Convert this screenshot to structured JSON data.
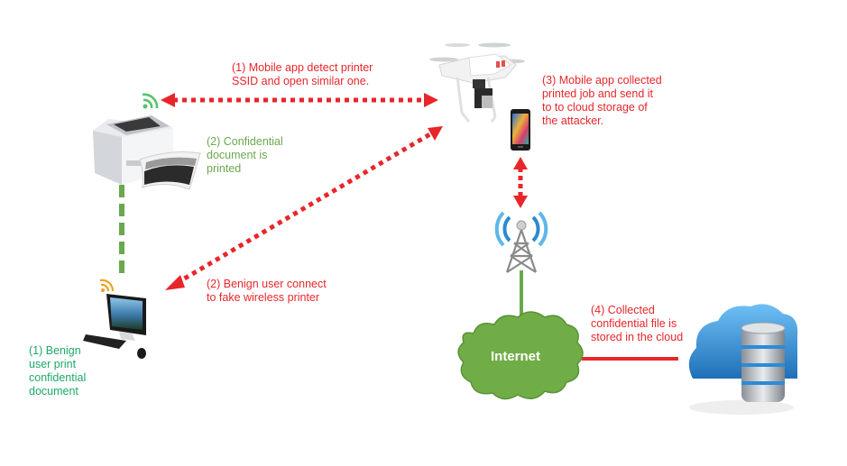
{
  "title": "Drone-based fake wireless printer attack scenario",
  "colors": {
    "attack_red": "#e8262a",
    "link_green": "#6aa84f",
    "label_green": "#1ea868",
    "cloud_blue": "#2d8bd6",
    "wifi_green": "#57c26a",
    "wifi_orange": "#f0a020"
  },
  "nodes": {
    "printer": {
      "name": "Wireless printer",
      "icon": "printer-icon"
    },
    "computer": {
      "name": "Benign user computer",
      "icon": "desktop-computer-icon"
    },
    "drone": {
      "name": "Attacker drone",
      "icon": "drone-icon"
    },
    "phone": {
      "name": "Mobile phone",
      "icon": "smartphone-icon"
    },
    "tower": {
      "name": "Cell tower",
      "icon": "cell-tower-icon"
    },
    "internet": {
      "name": "Internet",
      "label": "Internet",
      "icon": "cloud-icon"
    },
    "cloud_storage": {
      "name": "Cloud storage",
      "icon": "cloud-database-icon"
    }
  },
  "annotations": {
    "step1_detect": "(1) Mobile app detect printer\nSSID and open similar one.",
    "step2_printed": "(2) Confidential\ndocument is\nprinted",
    "step3_collected": "(3) Mobile app collected\nprinted job and send it\nto to cloud storage of\nthe attacker.",
    "step1_user": "(1) Benign\nuser print\nconfidential\ndocument",
    "step2_connect": "(2) Benign user connect\nto fake wireless printer",
    "step4_stored": "(4) Collected\nconfidential file is\nstored in the cloud"
  },
  "edges": [
    {
      "from": "printer",
      "to": "drone",
      "style": "dotted-double-arrow",
      "color": "red"
    },
    {
      "from": "computer",
      "to": "drone",
      "style": "dotted-double-arrow",
      "color": "red"
    },
    {
      "from": "phone",
      "to": "tower",
      "style": "dotted-double-arrow",
      "color": "red"
    },
    {
      "from": "printer",
      "to": "computer",
      "style": "dashed",
      "color": "green"
    },
    {
      "from": "tower",
      "to": "internet",
      "style": "solid",
      "color": "green"
    },
    {
      "from": "internet",
      "to": "cloud_storage",
      "style": "solid",
      "color": "red"
    }
  ]
}
